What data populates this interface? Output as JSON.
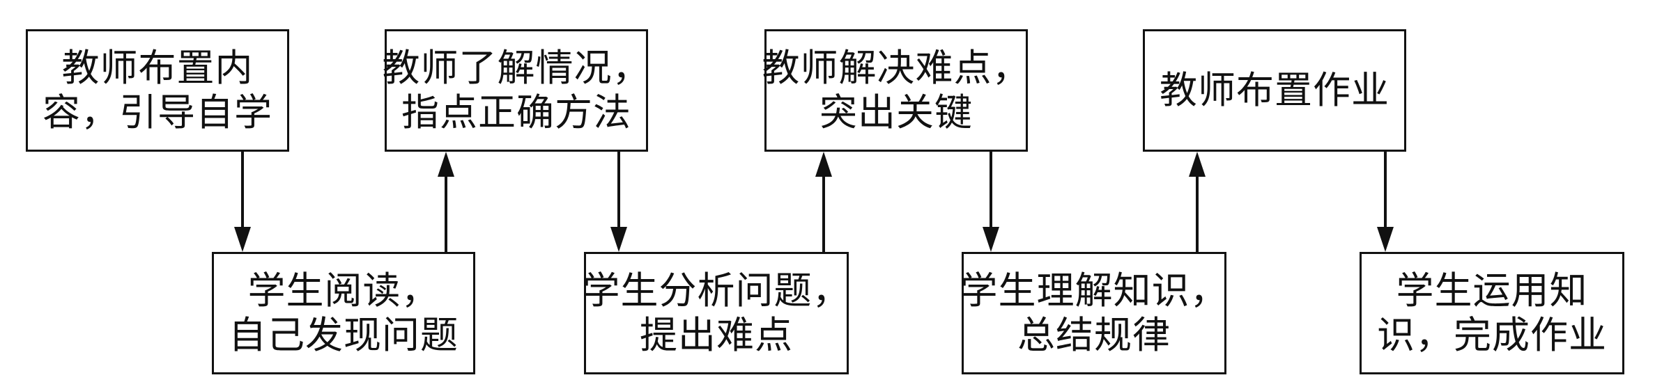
{
  "teacher_steps": [
    {
      "lines": [
        "教师布置内",
        "容，引导自学"
      ]
    },
    {
      "lines": [
        "教师了解情况，",
        "指点正确方法"
      ]
    },
    {
      "lines": [
        "教师解决难点，",
        "突出关键"
      ]
    },
    {
      "lines": [
        "教师布置作业"
      ]
    }
  ],
  "student_steps": [
    {
      "lines": [
        "学生阅读，",
        "自己发现问题"
      ]
    },
    {
      "lines": [
        "学生分析问题，",
        "提出难点"
      ]
    },
    {
      "lines": [
        "学生理解知识，",
        "总结规律"
      ]
    },
    {
      "lines": [
        "学生运用知",
        "识，完成作业"
      ]
    }
  ]
}
